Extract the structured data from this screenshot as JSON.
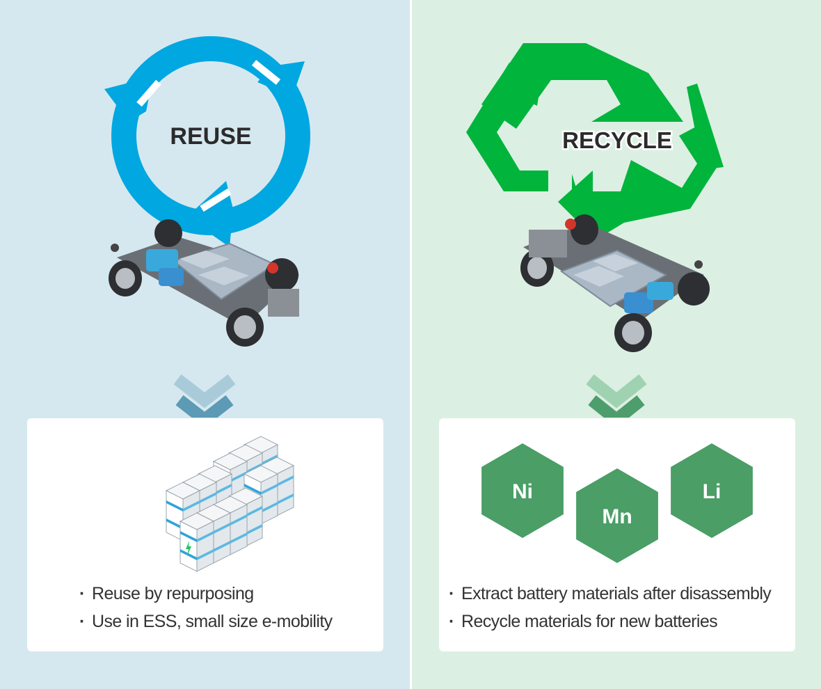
{
  "reuse": {
    "title": "REUSE",
    "bullets": [
      "Reuse by repurposing",
      "Use in ESS, small size e-mobility"
    ],
    "colors": {
      "panel": "#d6e8ef",
      "arrow": "#00a7e1",
      "chevron": "#6fa7bf"
    },
    "icons": [
      "circular-arrows-icon",
      "ev-chassis-icon",
      "chevron-down-icon",
      "ess-battery-cabinets-icon"
    ]
  },
  "recycle": {
    "title": "RECYCLE",
    "bullets": [
      "Extract battery materials after disassembly",
      "Recycle materials for new batteries"
    ],
    "materials": [
      "Ni",
      "Mn",
      "Li"
    ],
    "colors": {
      "panel": "#dcefe3",
      "arrow": "#00b43c",
      "chevron": "#57a878",
      "hexagon": "#4a9e66"
    },
    "icons": [
      "recycle-triangle-icon",
      "ev-chassis-icon",
      "chevron-down-icon",
      "material-hexagon-icon"
    ]
  }
}
